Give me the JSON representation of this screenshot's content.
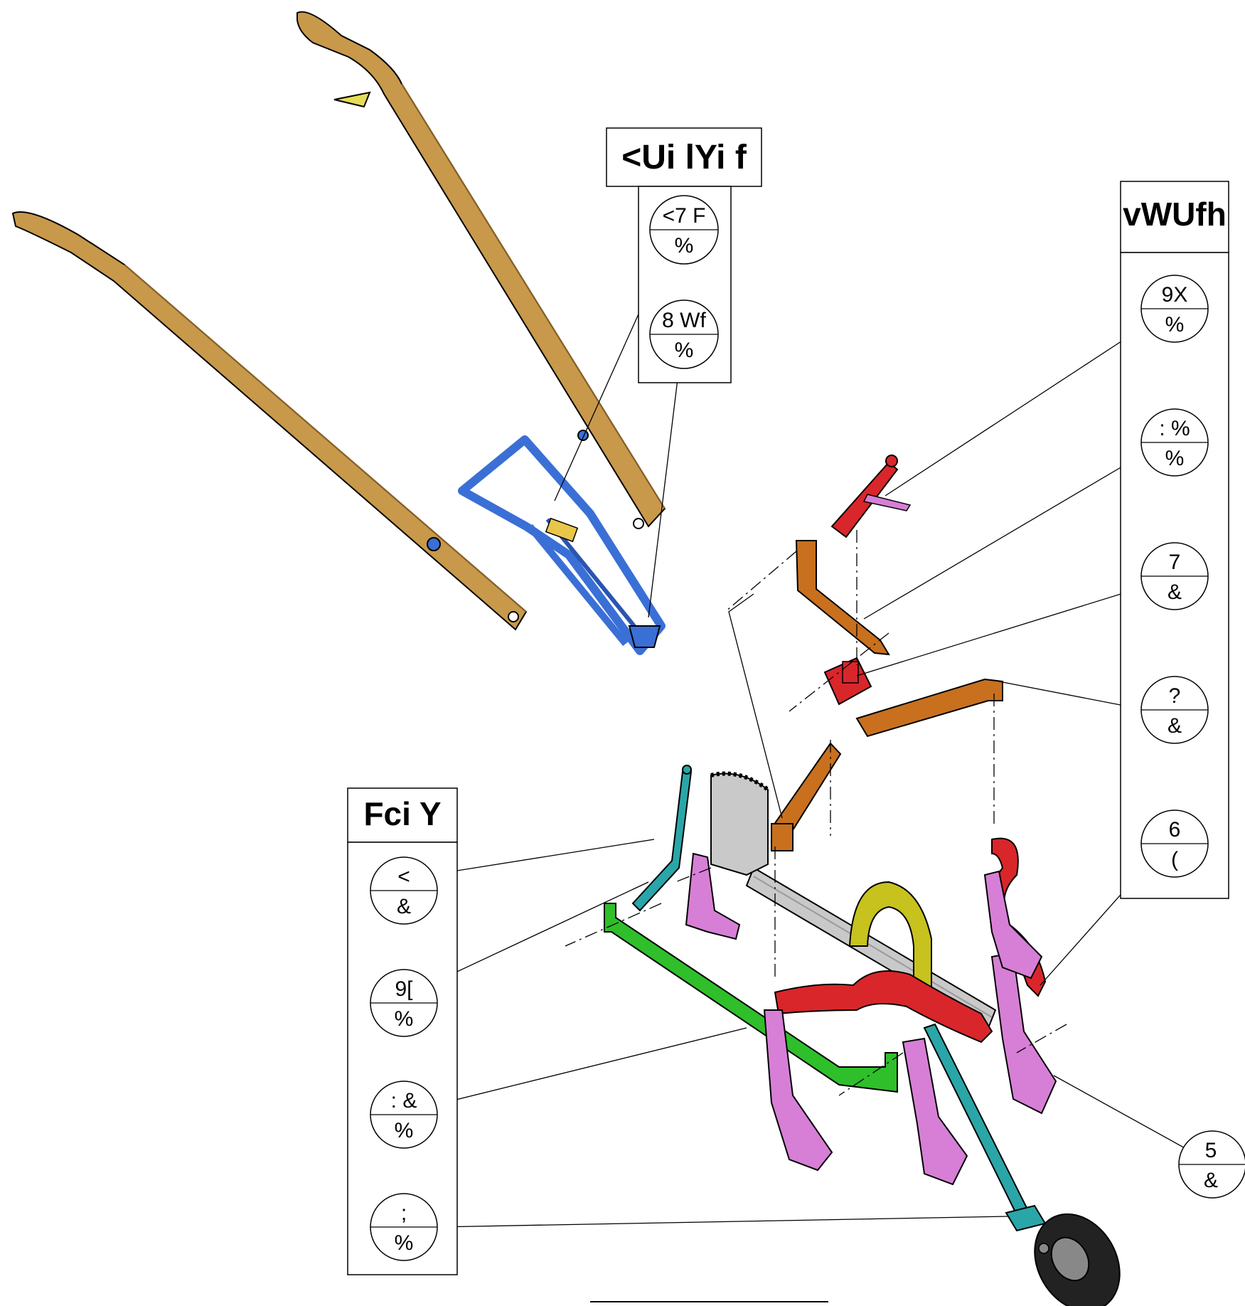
{
  "colors": {
    "handle": "#c8994a",
    "handle_dark": "#8a6226",
    "frame_blue": "#3a6fd6",
    "rack_red": "#d9262a",
    "bracket_orange": "#c8701e",
    "tine_violet": "#d77fd6",
    "beam_grey": "#c9c9c9",
    "arc_yellow": "#c7c21e",
    "bar_green": "#2fbf2a",
    "tool_teal": "#2aa6a8",
    "wheel_black": "#222222",
    "wheel_hub": "#888888"
  },
  "groups": [
    {
      "title": "<Ui lYi f",
      "items": [
        {
          "top": "<7 F",
          "bottom": "%"
        },
        {
          "top": "8 Wf",
          "bottom": "%"
        }
      ]
    },
    {
      "title": "vWUfh",
      "items": [
        {
          "top": "9X",
          "bottom": "%"
        },
        {
          "top": ": %",
          "bottom": "%"
        },
        {
          "top": "7",
          "bottom": "&"
        },
        {
          "top": "?",
          "bottom": "&"
        },
        {
          "top": "6",
          "bottom": "("
        }
      ]
    },
    {
      "title": "Fci Y",
      "items": [
        {
          "top": "<",
          "bottom": "&"
        },
        {
          "top": "9[",
          "bottom": "%"
        },
        {
          "top": ": &",
          "bottom": "%"
        },
        {
          "top": ";",
          "bottom": "%"
        }
      ]
    }
  ],
  "standalone_balloon": {
    "top": "5",
    "bottom": "&"
  }
}
